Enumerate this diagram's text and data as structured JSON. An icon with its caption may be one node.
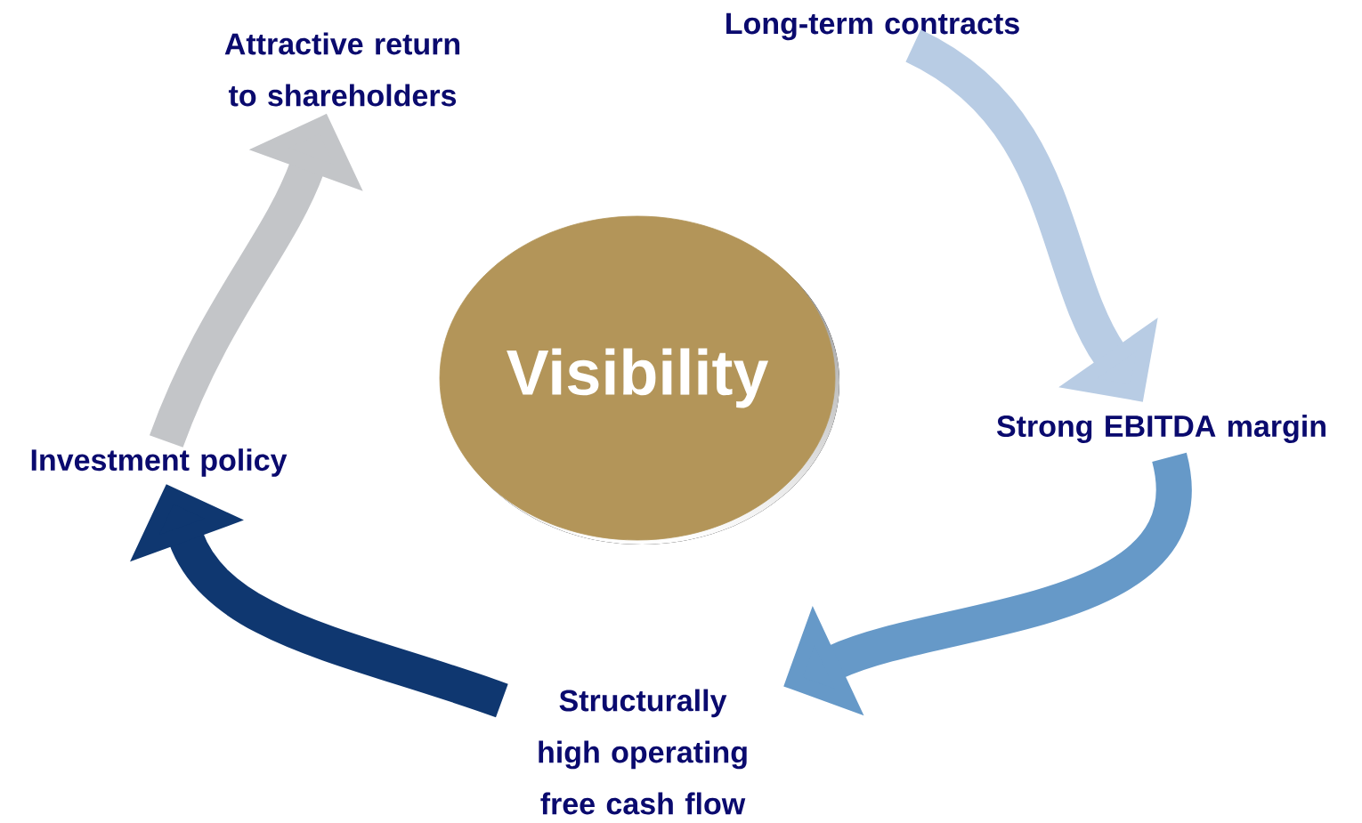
{
  "diagram": {
    "nodes": [
      {
        "text": [
          "Attractive return to shareholders"
        ]
      },
      {
        "text": [
          "Long-term contracts"
        ]
      },
      {
        "text": [
          "Visibility"
        ]
      },
      {
        "text": [
          "Strong EBITDA margin"
        ]
      },
      {
        "text": [
          "Investment policy"
        ]
      },
      {
        "text": [
          "Structurally high operating free cash flow"
        ]
      }
    ],
    "edges": [
      {
        "from": 1,
        "to": 3,
        "arrow": "to",
        "color": "#b8cce4"
      },
      {
        "from": 3,
        "to": 5,
        "arrow": "to",
        "color": "#6699c8"
      },
      {
        "from": 5,
        "to": 4,
        "arrow": "to",
        "color": "#0f3770"
      },
      {
        "from": 4,
        "to": 0,
        "arrow": "to",
        "color": "#c3c5c8"
      }
    ]
  }
}
